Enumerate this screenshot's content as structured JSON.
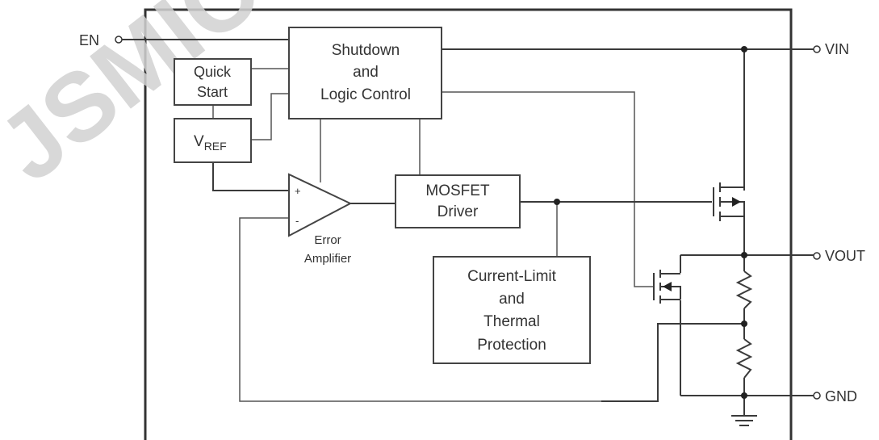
{
  "watermark": "JSMIC",
  "pins": {
    "en": "EN",
    "vin": "VIN",
    "vout": "VOUT",
    "gnd": "GND"
  },
  "blocks": {
    "quick_start": {
      "line1": "Quick",
      "line2": "Start"
    },
    "vref": {
      "main": "V",
      "sub": "REF"
    },
    "shutdown": {
      "line1": "Shutdown",
      "line2": "and",
      "line3": "Logic Control"
    },
    "mosfet_driver": {
      "line1": "MOSFET",
      "line2": "Driver"
    },
    "current_limit": {
      "line1": "Current-Limit",
      "line2": "and",
      "line3": "Thermal",
      "line4": "Protection"
    }
  },
  "amplifier": {
    "plus": "+",
    "minus": "-",
    "label1": "Error",
    "label2": "Amplifier"
  }
}
